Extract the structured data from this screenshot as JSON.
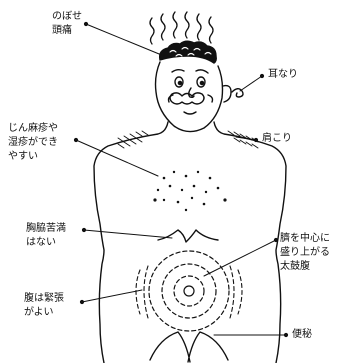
{
  "labels": {
    "hot_flash_headache": "のぼせ\n頭痛",
    "tinnitus": "耳なり",
    "rash": "じん麻疹や\n湿疹ができ\nやすい",
    "stiff_shoulder": "肩こり",
    "no_chest_distress": "胸脇苦満\nはない",
    "navel_center_belly": "臍を中心に\n盛り上がる\n太鼓腹",
    "abdominal_tension": "腹は緊張\nがよい",
    "constipation": "便秘"
  }
}
